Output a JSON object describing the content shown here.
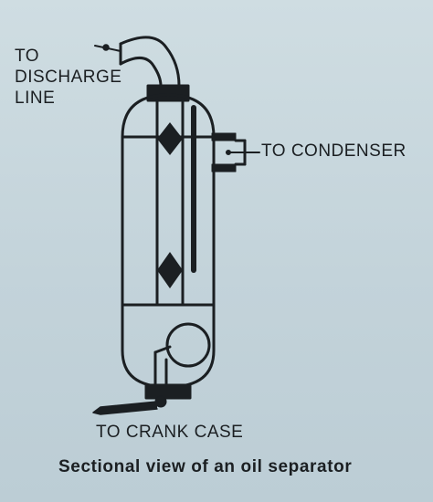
{
  "labels": {
    "discharge_line": [
      "TO",
      "DISCHARGE",
      "LINE"
    ],
    "condenser": "TO CONDENSER",
    "crank_case": "TO CRANK CASE"
  },
  "caption": "Sectional view of an oil separator",
  "colors": {
    "background": "#c6d6dc",
    "ink": "#1b1f22"
  }
}
